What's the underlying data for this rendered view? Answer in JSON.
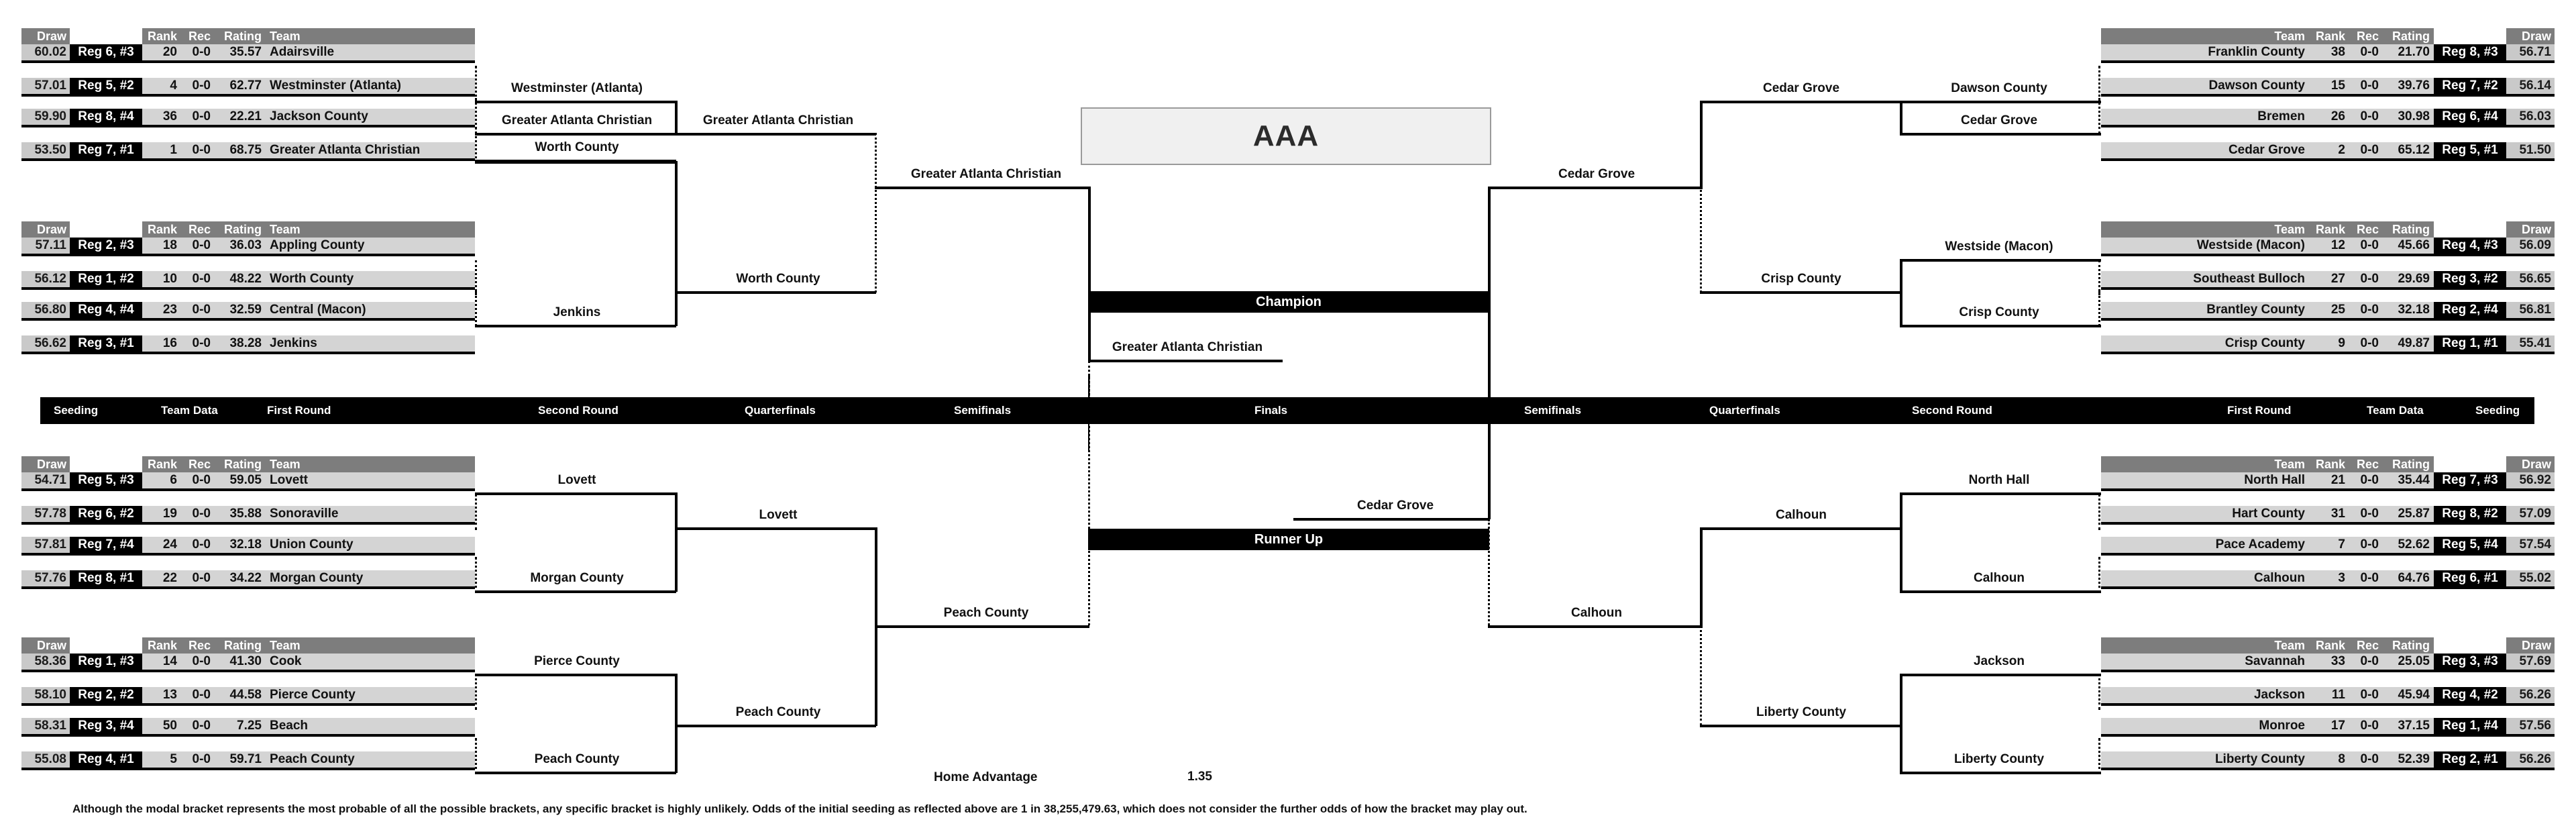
{
  "title": "AAA",
  "columns_left": {
    "draw": "Draw",
    "seed": "",
    "rank": "Rank",
    "rec": "Rec",
    "rating": "Rating",
    "team": "Team"
  },
  "columns_right": {
    "team": "Team",
    "rank": "Rank",
    "rec": "Rec",
    "rating": "Rating",
    "seed": "",
    "draw": "Draw"
  },
  "round_labels_left": [
    "Seeding",
    "Team Data",
    "First Round",
    "Second Round",
    "Quarterfinals",
    "Semifinals",
    "Finals"
  ],
  "round_labels_right": [
    "Semifinals",
    "Quarterfinals",
    "Second Round",
    "First Round",
    "Team Data",
    "Seeding"
  ],
  "center": {
    "champion_label": "Champion",
    "runner_up_label": "Runner Up",
    "champion_team": "Greater Atlanta Christian",
    "runner_up_team": "Cedar Grove",
    "finalist_left": "Greater Atlanta Christian",
    "finalist_right": "Cedar Grove"
  },
  "home_advantage": {
    "label": "Home Advantage",
    "value": "1.35"
  },
  "footnote": "Although the modal bracket represents the most probable of all the possible brackets, any specific bracket is highly unlikely.  Odds of the initial seeding as reflected above are 1 in 38,255,479.63, which does not consider the further odds of how the bracket may play out.",
  "quadrants": {
    "top_left": {
      "teams": [
        {
          "draw": "60.02",
          "seed": "Reg 6, #3",
          "rank": "20",
          "rec": "0-0",
          "rating": "35.57",
          "team": "Adairsville"
        },
        {
          "draw": "57.01",
          "seed": "Reg 5, #2",
          "rank": "4",
          "rec": "0-0",
          "rating": "62.77",
          "team": "Westminster (Atlanta)"
        },
        {
          "draw": "59.90",
          "seed": "Reg 8, #4",
          "rank": "36",
          "rec": "0-0",
          "rating": "22.21",
          "team": "Jackson County"
        },
        {
          "draw": "53.50",
          "seed": "Reg 7, #1",
          "rank": "1",
          "rec": "0-0",
          "rating": "68.75",
          "team": "Greater Atlanta Christian"
        }
      ],
      "r1": [
        "Westminster (Atlanta)",
        "Greater Atlanta Christian"
      ],
      "r2": "Greater Atlanta Christian"
    },
    "upper_left": {
      "teams": [
        {
          "draw": "57.11",
          "seed": "Reg 2, #3",
          "rank": "18",
          "rec": "0-0",
          "rating": "36.03",
          "team": "Appling County"
        },
        {
          "draw": "56.12",
          "seed": "Reg 1, #2",
          "rank": "10",
          "rec": "0-0",
          "rating": "48.22",
          "team": "Worth County"
        },
        {
          "draw": "56.80",
          "seed": "Reg 4, #4",
          "rank": "23",
          "rec": "0-0",
          "rating": "32.59",
          "team": "Central (Macon)"
        },
        {
          "draw": "56.62",
          "seed": "Reg 3, #1",
          "rank": "16",
          "rec": "0-0",
          "rating": "38.28",
          "team": "Jenkins"
        }
      ],
      "r1": [
        "Worth County",
        "Jenkins"
      ],
      "r2": "Worth County"
    },
    "lower_left": {
      "teams": [
        {
          "draw": "54.71",
          "seed": "Reg 5, #3",
          "rank": "6",
          "rec": "0-0",
          "rating": "59.05",
          "team": "Lovett"
        },
        {
          "draw": "57.78",
          "seed": "Reg 6, #2",
          "rank": "19",
          "rec": "0-0",
          "rating": "35.88",
          "team": "Sonoraville"
        },
        {
          "draw": "57.81",
          "seed": "Reg 7, #4",
          "rank": "24",
          "rec": "0-0",
          "rating": "32.18",
          "team": "Union County"
        },
        {
          "draw": "57.76",
          "seed": "Reg 8, #1",
          "rank": "22",
          "rec": "0-0",
          "rating": "34.22",
          "team": "Morgan County"
        }
      ],
      "r1": [
        "Lovett",
        "Morgan County"
      ],
      "r2": "Lovett"
    },
    "bottom_left": {
      "teams": [
        {
          "draw": "58.36",
          "seed": "Reg 1, #3",
          "rank": "14",
          "rec": "0-0",
          "rating": "41.30",
          "team": "Cook"
        },
        {
          "draw": "58.10",
          "seed": "Reg 2, #2",
          "rank": "13",
          "rec": "0-0",
          "rating": "44.58",
          "team": "Pierce County"
        },
        {
          "draw": "58.31",
          "seed": "Reg 3, #4",
          "rank": "50",
          "rec": "0-0",
          "rating": "7.25",
          "team": "Beach"
        },
        {
          "draw": "55.08",
          "seed": "Reg 4, #1",
          "rank": "5",
          "rec": "0-0",
          "rating": "59.71",
          "team": "Peach County"
        }
      ],
      "r1": [
        "Pierce County",
        "Peach County"
      ],
      "r2": "Peach County"
    },
    "top_right": {
      "teams": [
        {
          "team": "Franklin County",
          "rank": "38",
          "rec": "0-0",
          "rating": "21.70",
          "seed": "Reg 8, #3",
          "draw": "56.71"
        },
        {
          "team": "Dawson County",
          "rank": "15",
          "rec": "0-0",
          "rating": "39.76",
          "seed": "Reg 7, #2",
          "draw": "56.14"
        },
        {
          "team": "Bremen",
          "rank": "26",
          "rec": "0-0",
          "rating": "30.98",
          "seed": "Reg 6, #4",
          "draw": "56.03"
        },
        {
          "team": "Cedar Grove",
          "rank": "2",
          "rec": "0-0",
          "rating": "65.12",
          "seed": "Reg 5, #1",
          "draw": "51.50"
        }
      ],
      "r1": [
        "Dawson County",
        "Cedar Grove"
      ],
      "r2": "Cedar Grove"
    },
    "upper_right": {
      "teams": [
        {
          "team": "Westside (Macon)",
          "rank": "12",
          "rec": "0-0",
          "rating": "45.66",
          "seed": "Reg 4, #3",
          "draw": "56.09"
        },
        {
          "team": "Southeast Bulloch",
          "rank": "27",
          "rec": "0-0",
          "rating": "29.69",
          "seed": "Reg 3, #2",
          "draw": "56.65"
        },
        {
          "team": "Brantley County",
          "rank": "25",
          "rec": "0-0",
          "rating": "32.18",
          "seed": "Reg 2, #4",
          "draw": "56.81"
        },
        {
          "team": "Crisp County",
          "rank": "9",
          "rec": "0-0",
          "rating": "49.87",
          "seed": "Reg 1, #1",
          "draw": "55.41"
        }
      ],
      "r1": [
        "Westside (Macon)",
        "Crisp County"
      ],
      "r2": "Crisp County"
    },
    "lower_right": {
      "teams": [
        {
          "team": "North Hall",
          "rank": "21",
          "rec": "0-0",
          "rating": "35.44",
          "seed": "Reg 7, #3",
          "draw": "56.92"
        },
        {
          "team": "Hart County",
          "rank": "31",
          "rec": "0-0",
          "rating": "25.87",
          "seed": "Reg 8, #2",
          "draw": "57.09"
        },
        {
          "team": "Pace Academy",
          "rank": "7",
          "rec": "0-0",
          "rating": "52.62",
          "seed": "Reg 5, #4",
          "draw": "57.54"
        },
        {
          "team": "Calhoun",
          "rank": "3",
          "rec": "0-0",
          "rating": "64.76",
          "seed": "Reg 6, #1",
          "draw": "55.02"
        }
      ],
      "r1": [
        "North Hall",
        "Calhoun"
      ],
      "r2": "Calhoun"
    },
    "bottom_right": {
      "teams": [
        {
          "team": "Savannah",
          "rank": "33",
          "rec": "0-0",
          "rating": "25.05",
          "seed": "Reg 3, #3",
          "draw": "57.69"
        },
        {
          "team": "Jackson",
          "rank": "11",
          "rec": "0-0",
          "rating": "45.94",
          "seed": "Reg 4, #2",
          "draw": "56.26"
        },
        {
          "team": "Monroe",
          "rank": "17",
          "rec": "0-0",
          "rating": "37.15",
          "seed": "Reg 1, #4",
          "draw": "57.56"
        },
        {
          "team": "Liberty County",
          "rank": "8",
          "rec": "0-0",
          "rating": "52.39",
          "seed": "Reg 2, #1",
          "draw": "56.26"
        }
      ],
      "r1": [
        "Jackson",
        "Liberty County"
      ],
      "r2": "Liberty County"
    },
    "left_semifinal": "Greater Atlanta Christian",
    "left_semifinal_bottom": "Peach County",
    "right_semifinal": "Cedar Grove",
    "right_semifinal_bottom": "Calhoun"
  }
}
